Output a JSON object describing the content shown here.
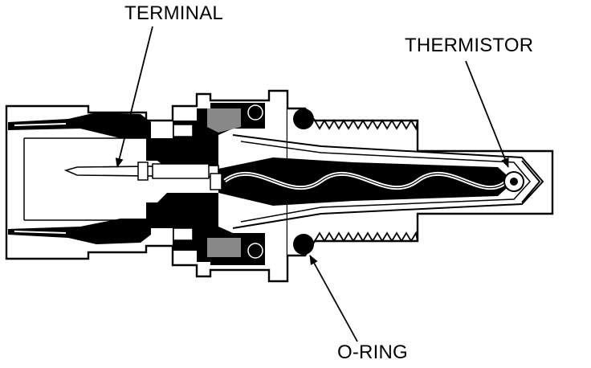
{
  "labels": {
    "terminal": "TERMINAL",
    "thermistor": "THERMISTOR",
    "o_ring": "O-RING"
  },
  "colors": {
    "ink": "#000000",
    "paper": "#ffffff"
  }
}
